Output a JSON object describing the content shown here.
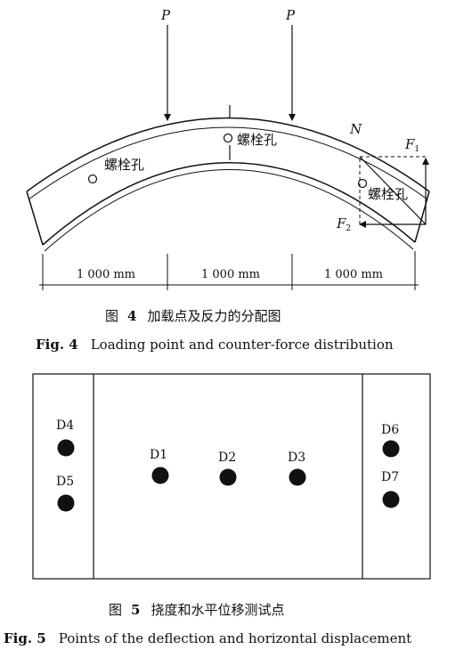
{
  "figure4": {
    "load_label": "P",
    "n_label": "N",
    "f1_label": "F",
    "f1_sub": "1",
    "f2_label": "F",
    "f2_sub": "2",
    "bolt_hole": "螺栓孔",
    "dimensions": [
      "1 000 mm",
      "1 000 mm",
      "1 000 mm"
    ],
    "caption_cn_prefix": "图",
    "caption_cn_num": "4",
    "caption_cn_text": "加载点及反力的分配图",
    "caption_en_prefix": "Fig. 4",
    "caption_en_text": "Loading point and counter-force distribution"
  },
  "figure5": {
    "points": [
      {
        "id": "D1",
        "label": "D1"
      },
      {
        "id": "D2",
        "label": "D2"
      },
      {
        "id": "D3",
        "label": "D3"
      },
      {
        "id": "D4",
        "label": "D4"
      },
      {
        "id": "D5",
        "label": "D5"
      },
      {
        "id": "D6",
        "label": "D6"
      },
      {
        "id": "D7",
        "label": "D7"
      }
    ],
    "caption_cn_prefix": "图",
    "caption_cn_num": "5",
    "caption_cn_text": "挠度和水平位移测试点",
    "caption_en_prefix": "Fig. 5",
    "caption_en_text": "Points of the deflection and horizontal displacement"
  }
}
